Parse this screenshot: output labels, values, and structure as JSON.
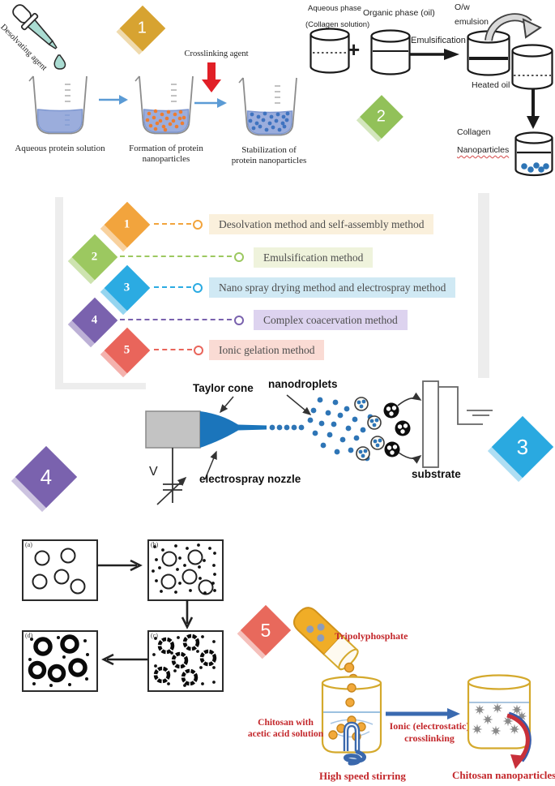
{
  "legend": {
    "items": [
      {
        "number": "1",
        "label": "Desolvation method and self-assembly method",
        "color": "#f2a43d",
        "label_bg": "#faf0dc"
      },
      {
        "number": "2",
        "label": "Emulsification method",
        "color": "#9cc860",
        "label_bg": "#eff3dc"
      },
      {
        "number": "3",
        "label": "Nano spray drying method and electrospray method",
        "color": "#2babe2",
        "label_bg": "#d0e9f4"
      },
      {
        "number": "4",
        "label": "Complex coacervation method",
        "color": "#7a62ae",
        "label_bg": "#ddd3ef"
      },
      {
        "number": "5",
        "label": "Ionic gelation method",
        "color": "#e9655b",
        "label_bg": "#fadbd4"
      }
    ]
  },
  "desolvation": {
    "diamond_number": "1",
    "diamond_color": "#d7a331",
    "dropper_label": "Desolvating agent",
    "crosslinking_label": "Crosslinking agent",
    "beaker1_label": "Aqueous protein solution",
    "beaker2_label_line1": "Formation of protein",
    "beaker2_label_line2": "nanoparticles",
    "beaker3_label_line1": "Stabilization of",
    "beaker3_label_line2": "protein nanoparticles"
  },
  "emulsification": {
    "diamond_number": "2",
    "diamond_color": "#92c159",
    "aqueous_phase_line1": "Aqueous phase",
    "aqueous_phase_line2": "(Collagen solution)",
    "organic_phase": "Organic phase (oil)",
    "plus_sign": "+",
    "process_label": "Emulsification",
    "ow_line1": "O/w",
    "ow_line2": "emulsion",
    "heated_oil": "Heated oil",
    "product_line1": "Collagen",
    "product_line2": "Nanoparticles"
  },
  "electrospray": {
    "diamond3_number": "3",
    "diamond3_color": "#2aa9e0",
    "diamond4_number": "4",
    "diamond4_color": "#7a62ae",
    "taylor_cone": "Taylor cone",
    "nanodroplets": "nanodroplets",
    "nozzle": "electrospray nozzle",
    "substrate": "substrate",
    "voltage": "V"
  },
  "coacervation": {
    "panel_a": "(a)",
    "panel_b": "(b)",
    "panel_c": "(c)",
    "panel_d": "(d)"
  },
  "ionic_gelation": {
    "diamond_number": "5",
    "diamond_color": "#e8695c",
    "tripolyphosphate": "Tripolyphosphate",
    "chitosan_line1": "Chitosan with",
    "chitosan_line2": "acetic acid solution",
    "stirring": "High speed stirring",
    "crosslink_line1": "Ionic (electrostatic)",
    "crosslink_line2": "crosslinking",
    "product": "Chitosan nanoparticles",
    "label_color": "#c3272b"
  },
  "colors": {
    "particle_blue": "#2e75b6",
    "particle_orange": "#ed7d31",
    "liquid_blue": "#9baddc",
    "gold_outline": "#d4a92c",
    "taylor_cone_blue": "#1b75bb",
    "arrow_blue": "#5b9bd5",
    "arrow_red": "#e11f26",
    "stir_blue": "#3a68ac"
  }
}
